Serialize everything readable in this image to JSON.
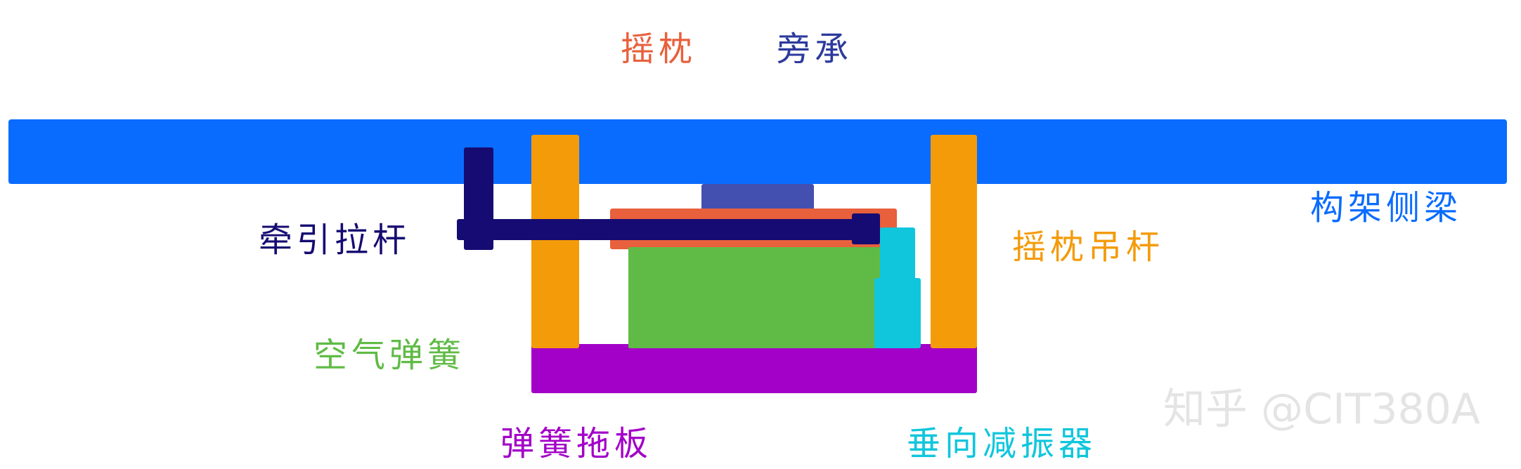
{
  "labels": {
    "swing_bolster": "摇枕",
    "side_bearing": "旁承",
    "frame_side_beam": "构架侧梁",
    "traction_rod": "牵引拉杆",
    "bolster_hanger": "摇枕吊杆",
    "air_spring": "空气弹簧",
    "spring_plank": "弹簧拖板",
    "vertical_damper": "垂向减振器"
  },
  "colors": {
    "frame_side_beam": "#0a6cff",
    "swing_bolster": "#e8603c",
    "side_bearing": "#4450b0",
    "traction_rod": "#150b72",
    "bolster_hanger": "#f49b0a",
    "air_spring": "#60bb46",
    "spring_plank": "#a300c8",
    "vertical_damper": "#10c6dc"
  },
  "watermark": {
    "text": "知乎 @CIT380A"
  }
}
